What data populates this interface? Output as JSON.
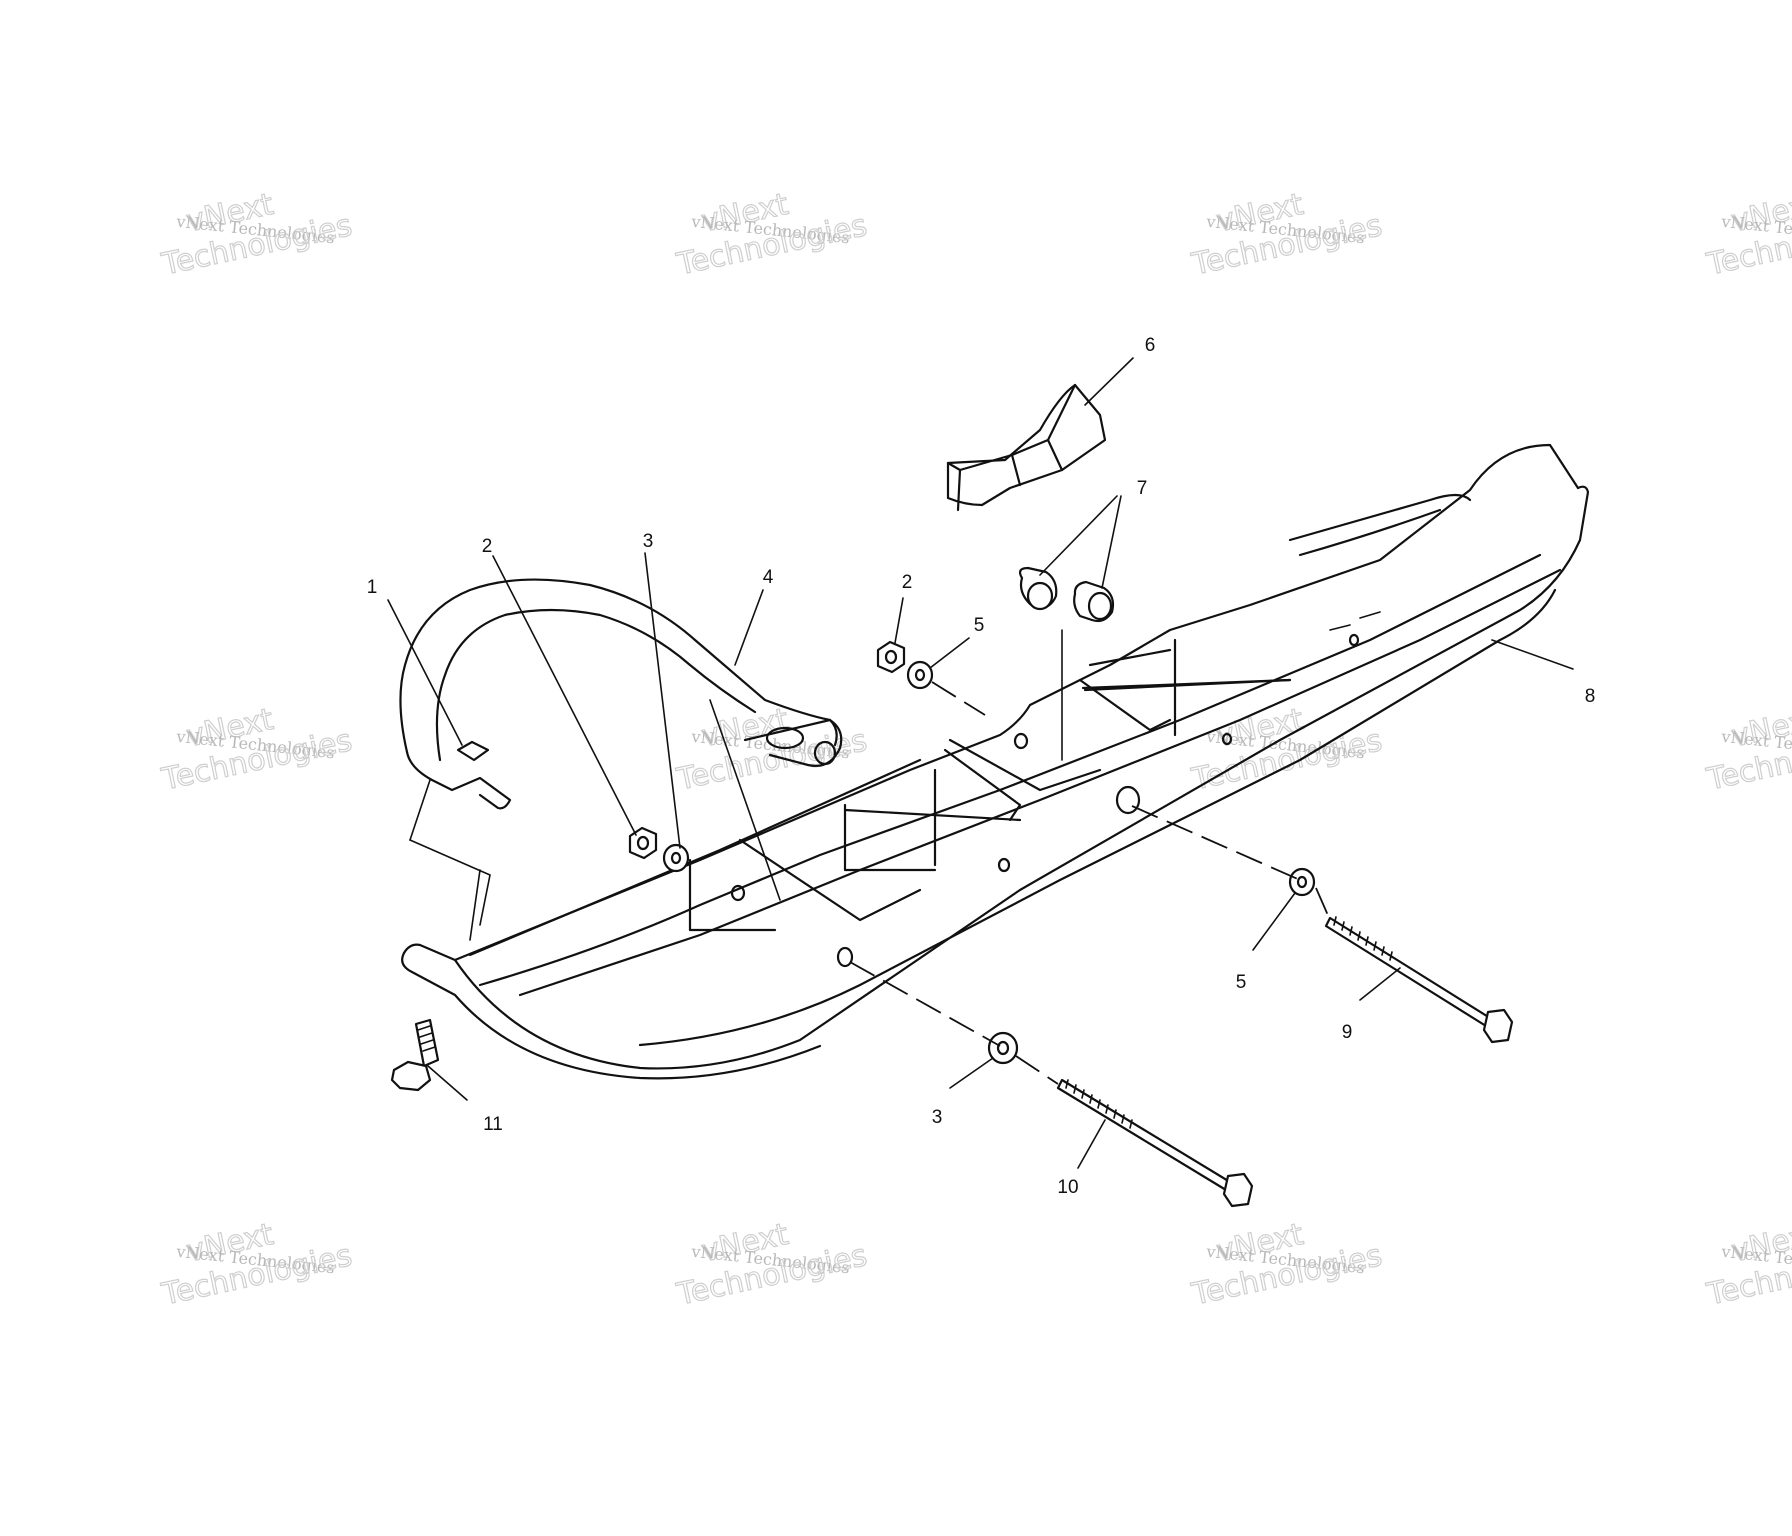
{
  "watermark": {
    "line1": "vNext",
    "line2": "vNext Technologies",
    "line3": "Technologies"
  },
  "callouts": [
    "1",
    "2",
    "3",
    "4",
    "2",
    "5",
    "6",
    "7",
    "8",
    "5",
    "9",
    "3",
    "10",
    "11"
  ],
  "colors": {
    "ink": "#111111",
    "background": "#ffffff",
    "watermark": "#c0c0c0"
  }
}
